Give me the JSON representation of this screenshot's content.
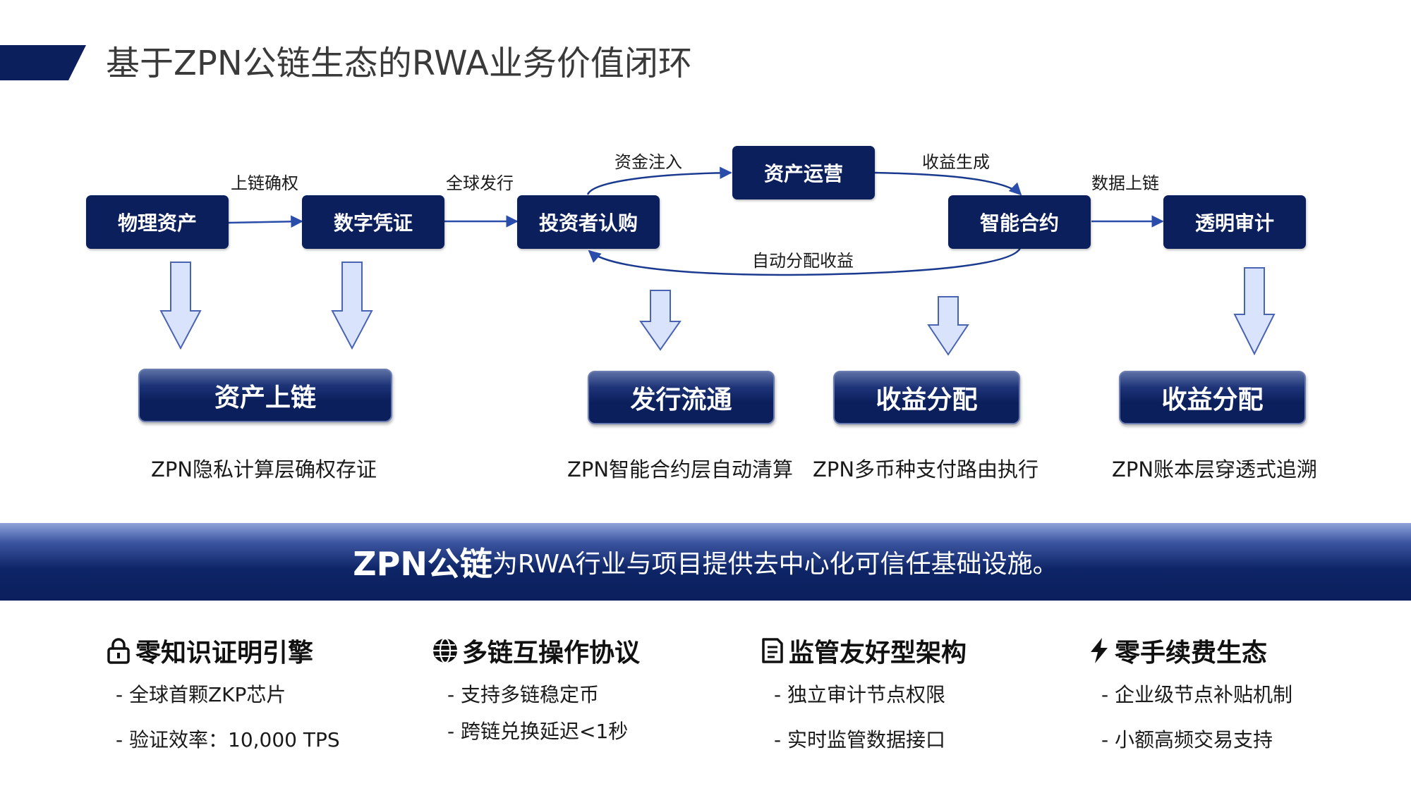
{
  "title": "基于ZPN公链生态的RWA业务价值闭环",
  "colors": {
    "navy": "#0b1f5c",
    "arrow_fill": "#d9e3fb",
    "arrow_stroke": "#4a64b4",
    "connector": "#2a4cab"
  },
  "flow": {
    "nodes": [
      "物理资产",
      "数字凭证",
      "投资者认购",
      "资产运营",
      "智能合约",
      "透明审计"
    ],
    "edges": {
      "e1": "上链确权",
      "e2": "全球发行",
      "e3": "资金注入",
      "e4": "收益生成",
      "e5": "自动分配收益",
      "e6": "数据上链"
    }
  },
  "categories": [
    {
      "label": "资产上链",
      "desc": "ZPN隐私计算层确权存证"
    },
    {
      "label": "发行流通",
      "desc": "ZPN智能合约层自动清算"
    },
    {
      "label": "收益分配",
      "desc": "ZPN多币种支付路由执行"
    },
    {
      "label": "收益分配",
      "desc": "ZPN账本层穿透式追溯"
    }
  ],
  "banner": {
    "strong": "ZPN公链",
    "rest": "为RWA行业与项目提供去中心化可信任基础设施。"
  },
  "features": [
    {
      "icon": "lock-icon",
      "title": "零知识证明引擎",
      "items": [
        "- 全球首颗ZKP芯片",
        "- 验证效率：10,000 TPS"
      ]
    },
    {
      "icon": "globe-icon",
      "title": "多链互操作协议",
      "items": [
        "- 支持多链稳定币",
        "- 跨链兑换延迟<1秒"
      ]
    },
    {
      "icon": "document-icon",
      "title": "监管友好型架构",
      "items": [
        "- 独立审计节点权限",
        "- 实时监管数据接口"
      ]
    },
    {
      "icon": "lightning-icon",
      "title": "零手续费生态",
      "items": [
        "- 企业级节点补贴机制",
        "- 小额高频交易支持"
      ]
    }
  ]
}
